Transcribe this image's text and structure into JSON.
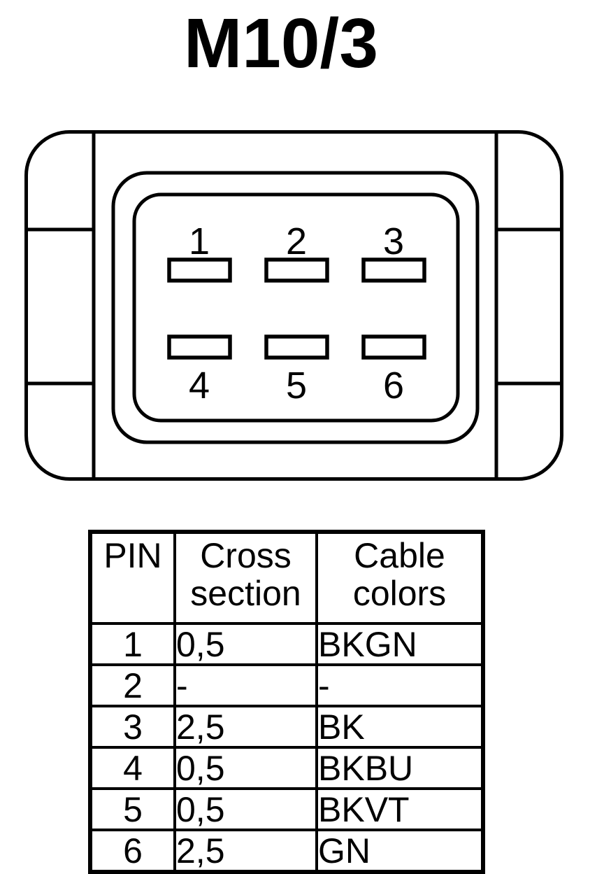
{
  "title": "M10/3",
  "colors": {
    "ink": "#000000",
    "background": "#ffffff"
  },
  "connector": {
    "pins": [
      {
        "number": "1"
      },
      {
        "number": "2"
      },
      {
        "number": "3"
      },
      {
        "number": "4"
      },
      {
        "number": "5"
      },
      {
        "number": "6"
      }
    ]
  },
  "pin_table": {
    "headers": {
      "pin": "PIN",
      "cross_section": "Cross section",
      "cable_colors": "Cable colors"
    },
    "rows": [
      {
        "pin": "1",
        "cross_section": "0,5",
        "cable_color": "BKGN"
      },
      {
        "pin": "2",
        "cross_section": "-",
        "cable_color": "-"
      },
      {
        "pin": "3",
        "cross_section": "2,5",
        "cable_color": "BK"
      },
      {
        "pin": "4",
        "cross_section": "0,5",
        "cable_color": "BKBU"
      },
      {
        "pin": "5",
        "cross_section": "0,5",
        "cable_color": "BKVT"
      },
      {
        "pin": "6",
        "cross_section": "2,5",
        "cable_color": "GN"
      }
    ]
  }
}
